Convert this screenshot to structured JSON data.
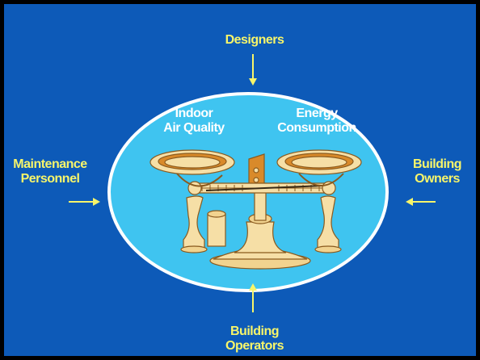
{
  "diagram": {
    "center": {
      "left_pan": [
        "Indoor",
        "Air Quality"
      ],
      "right_pan": [
        "Energy",
        "Consumption"
      ]
    },
    "stakeholders": {
      "top": [
        "Designers"
      ],
      "left": [
        "Maintenance",
        "Personnel"
      ],
      "right": [
        "Building",
        "Owners"
      ],
      "bottom": [
        "Building",
        "Operators"
      ]
    },
    "colors": {
      "background": "#0d5ab8",
      "ellipse_fill": "#3fc4f0",
      "ellipse_stroke": "#ffffff",
      "label_text": "#f7f56a",
      "center_text": "#ffffff",
      "scale_body": "#f6dfa6",
      "scale_accent": "#d98a2a",
      "scale_outline": "#8a5a1e"
    },
    "icons": [
      "balance-scale-icon",
      "arrow-down-icon",
      "arrow-up-icon",
      "arrow-right-icon",
      "arrow-left-icon"
    ]
  }
}
